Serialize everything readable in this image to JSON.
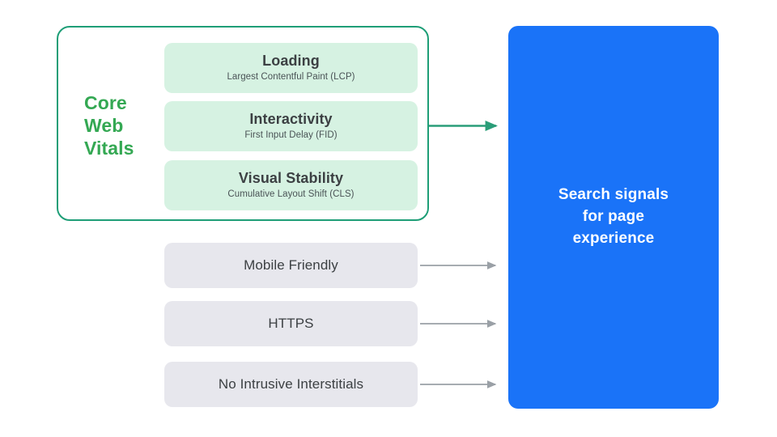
{
  "diagram": {
    "title": "Search signals for page experience",
    "core_web_vitals": {
      "group_label_lines": [
        "Core",
        "Web",
        "Vitals"
      ],
      "label_color": "#34a853",
      "border_color": "#1e9e77",
      "card_background": "#d6f2e2",
      "metrics": [
        {
          "title": "Loading",
          "subtitle": "Largest Contentful Paint (LCP)"
        },
        {
          "title": "Interactivity",
          "subtitle": "First Input Delay (FID)"
        },
        {
          "title": "Visual Stability",
          "subtitle": "Cumulative Layout Shift (CLS)"
        }
      ]
    },
    "other_signals": {
      "card_background": "#e7e7ed",
      "items": [
        {
          "title": "Mobile Friendly"
        },
        {
          "title": "HTTPS"
        },
        {
          "title": "No Intrusive Interstitials"
        }
      ]
    },
    "result_panel": {
      "background": "#1a73f8",
      "text_color": "#ffffff",
      "lines": [
        "Search signals",
        "for page",
        "experience"
      ]
    },
    "arrows": {
      "green_color": "#2a9d78",
      "gray_color": "#9aa0a6"
    }
  }
}
